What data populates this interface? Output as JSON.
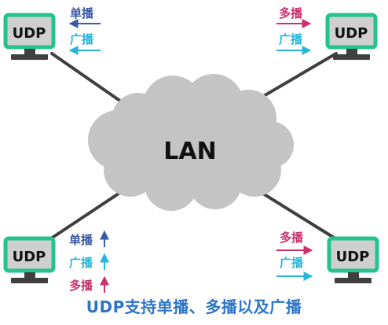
{
  "colors": {
    "monitor_frame": "#23c38e",
    "monitor_screen": "#cfcfcf",
    "monitor_stand": "#3f3f3f",
    "cloud_fill": "#c4c4c4",
    "link_line": "#3f3f3f",
    "unicast": "#3b5aa6",
    "broadcast": "#2bb6d9",
    "multicast": "#c8316e",
    "caption": "#2e75c7"
  },
  "network": {
    "label": "LAN"
  },
  "hosts": {
    "top_left": {
      "label": "UDP",
      "messages": [
        {
          "text": "单播",
          "kind": "unicast",
          "arrow": "left"
        },
        {
          "text": "广播",
          "kind": "broadcast",
          "arrow": "left"
        }
      ]
    },
    "top_right": {
      "label": "UDP",
      "messages": [
        {
          "text": "多播",
          "kind": "multicast",
          "arrow": "right"
        },
        {
          "text": "广播",
          "kind": "broadcast",
          "arrow": "right"
        }
      ]
    },
    "bottom_left": {
      "label": "UDP",
      "messages": [
        {
          "text": "单播",
          "kind": "unicast",
          "arrow": "up"
        },
        {
          "text": "广播",
          "kind": "broadcast",
          "arrow": "up"
        },
        {
          "text": "多播",
          "kind": "multicast",
          "arrow": "up"
        }
      ]
    },
    "bottom_right": {
      "label": "UDP",
      "messages": [
        {
          "text": "多播",
          "kind": "multicast",
          "arrow": "right"
        },
        {
          "text": "广播",
          "kind": "broadcast",
          "arrow": "right"
        }
      ]
    }
  },
  "caption": "UDP支持单播、多播以及广播"
}
